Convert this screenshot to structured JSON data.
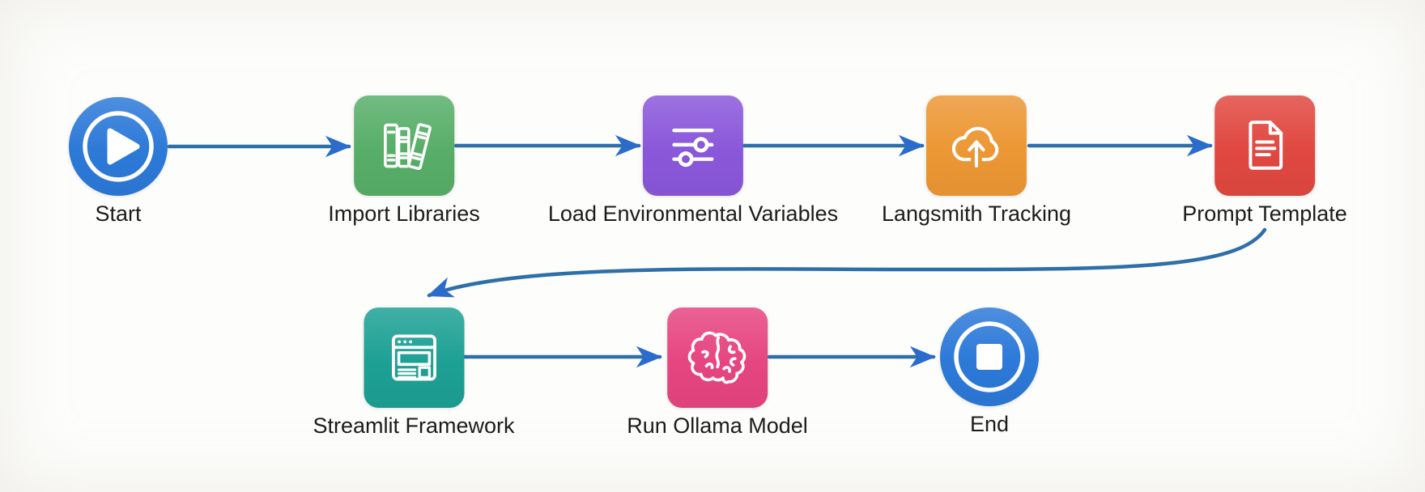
{
  "diagram": {
    "background_color": "#FDFDFB",
    "connector_color": "#2E6FA9",
    "arrowhead_color": "#2A6BCC",
    "label_color": "#1C1C1C",
    "nodes": [
      {
        "id": "start",
        "label": "Start",
        "shape": "circle",
        "color": "#2C79D8",
        "icon": "play-icon"
      },
      {
        "id": "import-libraries",
        "label": "Import Libraries",
        "shape": "square",
        "color": "#57AE68",
        "icon": "books-icon"
      },
      {
        "id": "load-env-variables",
        "label": "Load Environmental Variables",
        "shape": "square",
        "color": "#8A57DA",
        "icon": "sliders-icon"
      },
      {
        "id": "langsmith-tracking",
        "label": "Langsmith Tracking",
        "shape": "square",
        "color": "#EC9734",
        "icon": "cloud-upload-icon"
      },
      {
        "id": "prompt-template",
        "label": "Prompt Template",
        "shape": "square",
        "color": "#E04840",
        "icon": "document-icon"
      },
      {
        "id": "streamlit-framework",
        "label": "Streamlit Framework",
        "shape": "square",
        "color": "#1DA094",
        "icon": "browser-window-icon"
      },
      {
        "id": "run-ollama-model",
        "label": "Run Ollama Model",
        "shape": "square",
        "color": "#E64580",
        "icon": "brain-icon"
      },
      {
        "id": "end",
        "label": "End",
        "shape": "circle",
        "color": "#2C79D8",
        "icon": "stop-icon"
      }
    ],
    "edges": [
      {
        "from": "start",
        "to": "import-libraries"
      },
      {
        "from": "import-libraries",
        "to": "load-env-variables"
      },
      {
        "from": "load-env-variables",
        "to": "langsmith-tracking"
      },
      {
        "from": "langsmith-tracking",
        "to": "prompt-template"
      },
      {
        "from": "prompt-template",
        "to": "streamlit-framework",
        "style": "curved"
      },
      {
        "from": "streamlit-framework",
        "to": "run-ollama-model"
      },
      {
        "from": "run-ollama-model",
        "to": "end"
      }
    ]
  }
}
